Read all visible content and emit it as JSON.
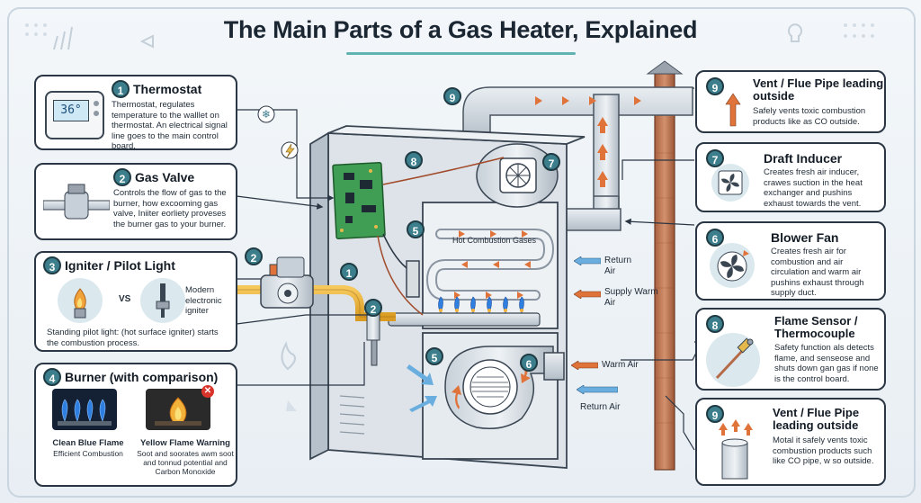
{
  "title": "The Main Parts of a Gas Heater, Explained",
  "left_cards": [
    {
      "num": "1",
      "title": "Thermostat",
      "desc": "Thermostat, regulates temperature to the walllet on thermostat. An electrical signal line goes to the main control board.",
      "display": "36°"
    },
    {
      "num": "2",
      "title": "Gas Valve",
      "desc": "Controls the flow of gas to the burner, how excooming gas valve, Iniiter eorliety proveses the burner gas to your burner."
    },
    {
      "num": "3",
      "title": "Igniter / Pilot Light",
      "vs": "VS",
      "modern": "Modern electronic igniter",
      "caption": "Standing pilot light: (hot surface igniter) starts the combustion process."
    },
    {
      "num": "4",
      "title": "Burner (with comparison)",
      "clean_title": "Clean Blue Flame",
      "clean_sub": "Efficient Combustion",
      "yellow_title": "Yellow Flame Warning",
      "yellow_sub": "Soot and soorates awm soot and tonnud potential and Carbon Monoxide"
    }
  ],
  "right_cards": [
    {
      "num": "9",
      "title": "Vent / Flue Pipe leading outside",
      "desc": "Safely vents toxic combustion products like as CO outside."
    },
    {
      "num": "7",
      "title": "Draft Inducer",
      "desc": "Creates fresh air inducer, crawes suction in the heat exchanger and pushins exhaust towards the vent."
    },
    {
      "num": "6",
      "title": "Blower Fan",
      "desc": "Creates fresh air for combustion and air circulation and warm air pushins exhaust through supply duct."
    },
    {
      "num": "8",
      "title": "Flame Sensor / Thermocouple",
      "desc": "Safety function als detects flame, and senseose and shuts down gan gas if none is the control board."
    },
    {
      "num": "9",
      "title": "Vent / Flue Pipe leading outside",
      "desc": "Motal it safely vents toxic combustion products such like CO pipe, w so outside."
    }
  ],
  "diagram": {
    "hot_gases": "Hot Combustion Gases",
    "return_air_top": "Return Air",
    "supply_warm_air": "Supply Warm Air",
    "warm_air": "Warm Air",
    "return_air_bottom": "Return Air",
    "markers": [
      "9",
      "8",
      "7",
      "5",
      "2",
      "1",
      "2",
      "5",
      "6"
    ]
  },
  "colors": {
    "teal": "#3c7e8c",
    "orange": "#e0733a",
    "blue_flame": "#2f7fe0",
    "copper": "#b56a48",
    "dark": "#2b3644"
  }
}
